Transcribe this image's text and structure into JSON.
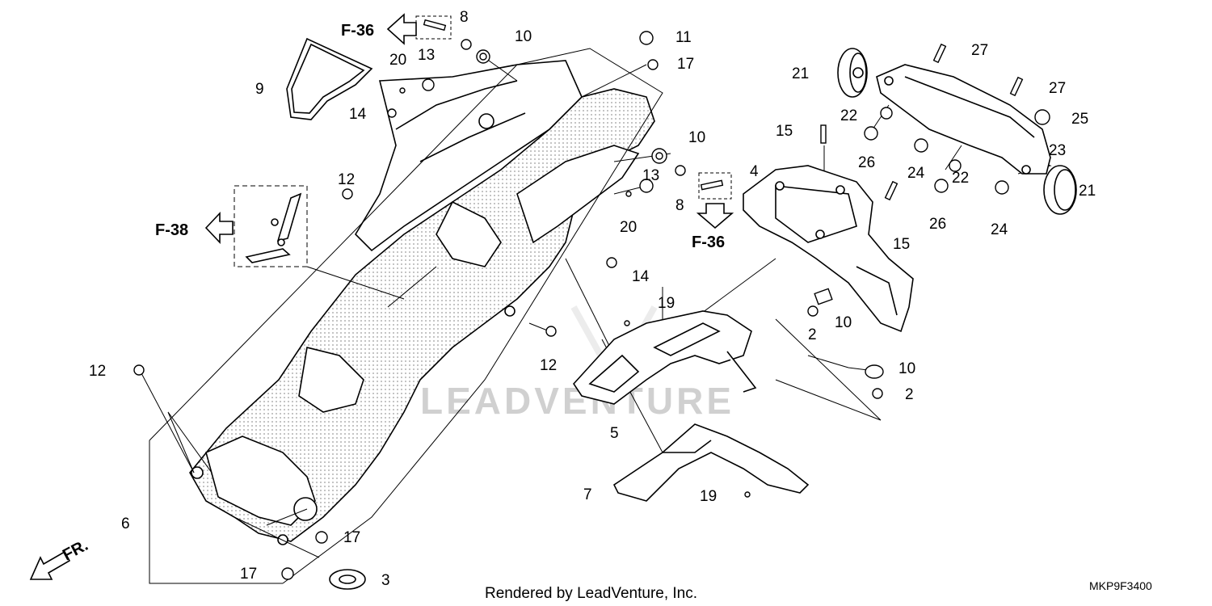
{
  "diagram": {
    "callouts": {
      "c1": "8",
      "c2": "10",
      "c3": "11",
      "c4": "17",
      "c5": "13",
      "c6": "20",
      "c7": "9",
      "c8": "14",
      "c9": "12",
      "c10": "10",
      "c11": "13",
      "c12": "8",
      "c13": "20",
      "c14": "14",
      "c15": "12",
      "c16": "19",
      "c17": "12",
      "c18": "5",
      "c19": "7",
      "c20": "19",
      "c21": "6",
      "c22": "17",
      "c23": "17",
      "c24": "3",
      "c25": "21",
      "c26": "27",
      "c27": "27",
      "c28": "22",
      "c29": "25",
      "c30": "15",
      "c31": "26",
      "c32": "24",
      "c33": "23",
      "c34": "4",
      "c35": "22",
      "c36": "21",
      "c37": "26",
      "c38": "24",
      "c39": "15",
      "c40": "10",
      "c41": "2",
      "c42": "10",
      "c43": "2"
    },
    "refs": {
      "f36_top": "F-36",
      "f38": "F-38",
      "f36_right": "F-36"
    },
    "front_marker": "FR.",
    "watermark": "LEADVENTURE"
  },
  "footer": {
    "credit": "Rendered by LeadVenture, Inc.",
    "code": "MKP9F3400"
  }
}
